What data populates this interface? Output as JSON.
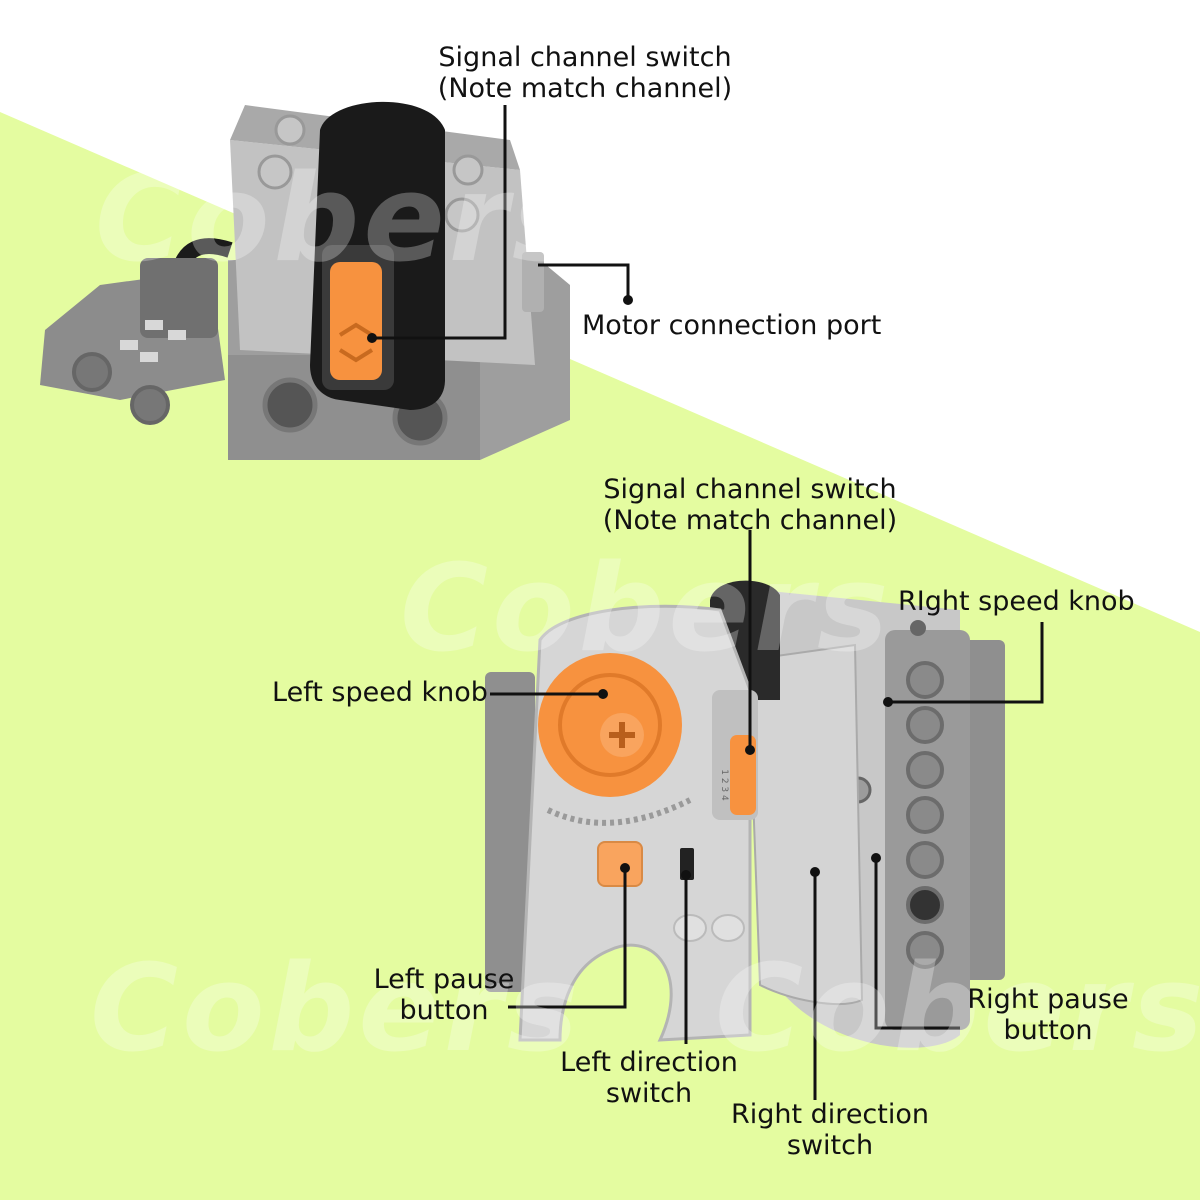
{
  "colors": {
    "background_green": "#e4fca0",
    "background_white": "#ffffff",
    "brick_gray": "#b9b9b9",
    "brick_dark_gray": "#8c8c8c",
    "accent_orange": "#f7923f",
    "leader_line": "#111111"
  },
  "watermark": {
    "text": "Cobers"
  },
  "callouts": {
    "receiver_channel_line1": "Signal channel switch",
    "receiver_channel_line2": "(Note match channel)",
    "motor_port": "Motor connection port",
    "remote_channel_line1": "Signal channel switch",
    "remote_channel_line2": "(Note match channel)",
    "right_speed_knob": "RIght speed knob",
    "left_speed_knob": "Left speed knob",
    "left_pause_line1": "Left pause",
    "left_pause_line2": "button",
    "right_pause_line1": "Right pause",
    "right_pause_line2": "button",
    "left_direction_line1": "Left direction",
    "left_direction_line2": "switch",
    "right_direction_line1": "Right direction",
    "right_direction_line2": "switch"
  },
  "remote": {
    "channel_numbers": "1 2 3 4"
  }
}
